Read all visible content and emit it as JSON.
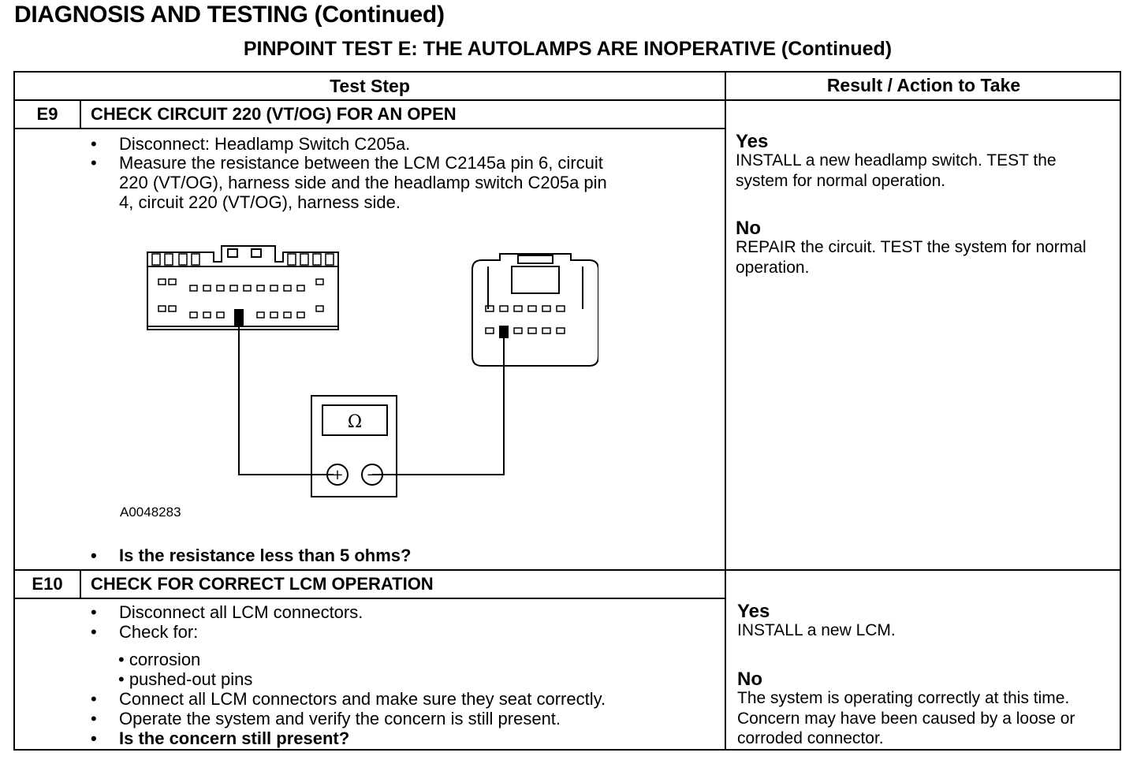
{
  "header": {
    "title": "DIAGNOSIS AND TESTING (Continued)",
    "subtitle": "PINPOINT TEST E: THE AUTOLAMPS ARE INOPERATIVE (Continued)"
  },
  "table": {
    "col_test_step": "Test Step",
    "col_result": "Result / Action to Take",
    "steps": [
      {
        "id": "E9",
        "title": "CHECK CIRCUIT 220 (VT/OG) FOR AN OPEN",
        "bullets": [
          "Disconnect: Headlamp Switch C205a.",
          "Measure the resistance between the LCM C2145a pin 6, circuit",
          "220 (VT/OG), harness side and the headlamp switch C205a pin",
          "4, circuit 220 (VT/OG), harness side."
        ],
        "figure_id": "A0048283",
        "meter_symbol": "Ω",
        "meter_plus": "+",
        "meter_minus": "−",
        "question": "Is the resistance less than 5 ohms?",
        "yes_label": "Yes",
        "yes_text": "INSTALL a new headlamp switch. TEST the system for normal operation.",
        "no_label": "No",
        "no_text": "REPAIR the circuit. TEST the system for normal operation."
      },
      {
        "id": "E10",
        "title": "CHECK FOR CORRECT LCM OPERATION",
        "bullets": [
          "Disconnect all LCM connectors.",
          "Check for:",
          "Connect all LCM connectors and make sure they seat correctly.",
          "Operate the system and verify the concern is still present.",
          "Is the concern still present?"
        ],
        "sub_bullets": [
          "• corrosion",
          "• pushed-out pins"
        ],
        "yes_label": "Yes",
        "yes_text": "INSTALL a new LCM.",
        "no_label": "No",
        "no_text": "The system is operating correctly at this time. Concern may have been caused by a loose or corroded connector."
      }
    ],
    "bullet_char": "•"
  }
}
